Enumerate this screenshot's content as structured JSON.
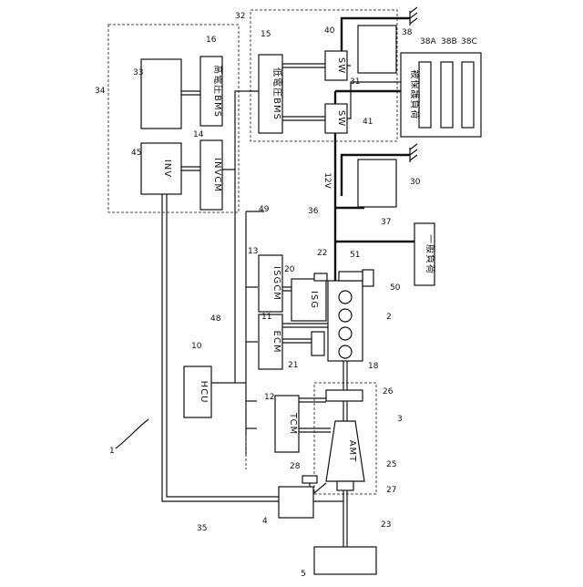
{
  "refs": {
    "r1": "1",
    "r2": "2",
    "r3": "3",
    "r4": "4",
    "r5": "5",
    "r10": "10",
    "r11": "11",
    "r12": "12",
    "r13": "13",
    "r14": "14",
    "r15": "15",
    "r16": "16",
    "r18": "18",
    "r20": "20",
    "r21": "21",
    "r22": "22",
    "r23": "23",
    "r25": "25",
    "r26": "26",
    "r27": "27",
    "r28": "28",
    "r30": "30",
    "r31": "31",
    "r32": "32",
    "r33": "33",
    "r34": "34",
    "r35": "35",
    "r36": "36",
    "r37": "37",
    "r38": "38",
    "r38a": "38A",
    "r38b": "38B",
    "r38c": "38C",
    "r40": "40",
    "r41": "41",
    "r45": "45",
    "r48": "48",
    "r49": "49",
    "r50": "50",
    "r51": "51"
  },
  "labels": {
    "hv_bms": "高電圧BMS",
    "lv_bms": "低電圧BMS",
    "invcm": "INVCM",
    "inv": "INV",
    "sw_top": "SW",
    "sw_bottom": "SW",
    "protected_load": "被保護負荷",
    "general_load": "一般負荷",
    "isgcm": "ISGCM",
    "ecm": "ECM",
    "isg": "ISG",
    "hcu": "HCU",
    "tcm": "TCM",
    "amt": "AMT",
    "voltage_12v": "12V"
  }
}
